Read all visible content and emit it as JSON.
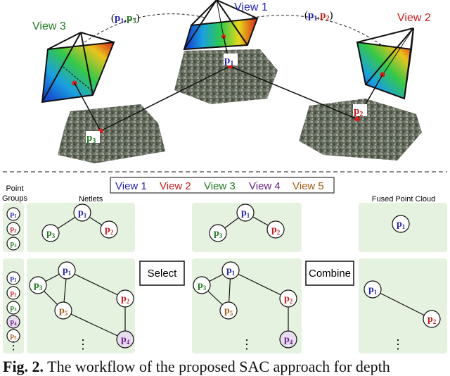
{
  "colors": {
    "blue": "#2323b4",
    "red": "#c41c1c",
    "green": "#1f7a1f",
    "purple": "#6a1f8a",
    "orange": "#a65b16",
    "panel": "#e6f2e0",
    "black": "#111111"
  },
  "top": {
    "view1": "View 1",
    "view2": "View 2",
    "view3": "View 3",
    "pair_left": {
      "open": "(",
      "a": "p",
      "a_sub": "1",
      "sep": ",",
      "b": "p",
      "b_sub": "3",
      "close": ")"
    },
    "pair_right": {
      "open": "(",
      "a": "p",
      "a_sub": "1",
      "sep": ",",
      "b": "p",
      "b_sub": "2",
      "close": ")"
    },
    "p1": {
      "base": "p",
      "sub": "1"
    },
    "p2": {
      "base": "p",
      "sub": "2"
    },
    "p3": {
      "base": "p",
      "sub": "3"
    }
  },
  "legend": [
    "View 1",
    "View 2",
    "View 3",
    "View 4",
    "View 5"
  ],
  "labels": {
    "point_groups_1": "Point",
    "point_groups_2": "Groups",
    "netlets": "Netlets",
    "fused": "Fused Point Cloud",
    "select": "Select",
    "combine": "Combine",
    "dots": "⋮"
  },
  "nodes": {
    "p": "p",
    "s1": "1",
    "s2": "2",
    "s3": "3",
    "s4": "4",
    "s5": "5"
  },
  "caption": {
    "bold": "Fig. 2.",
    "text": " The workflow of the proposed SAC approach for depth"
  }
}
